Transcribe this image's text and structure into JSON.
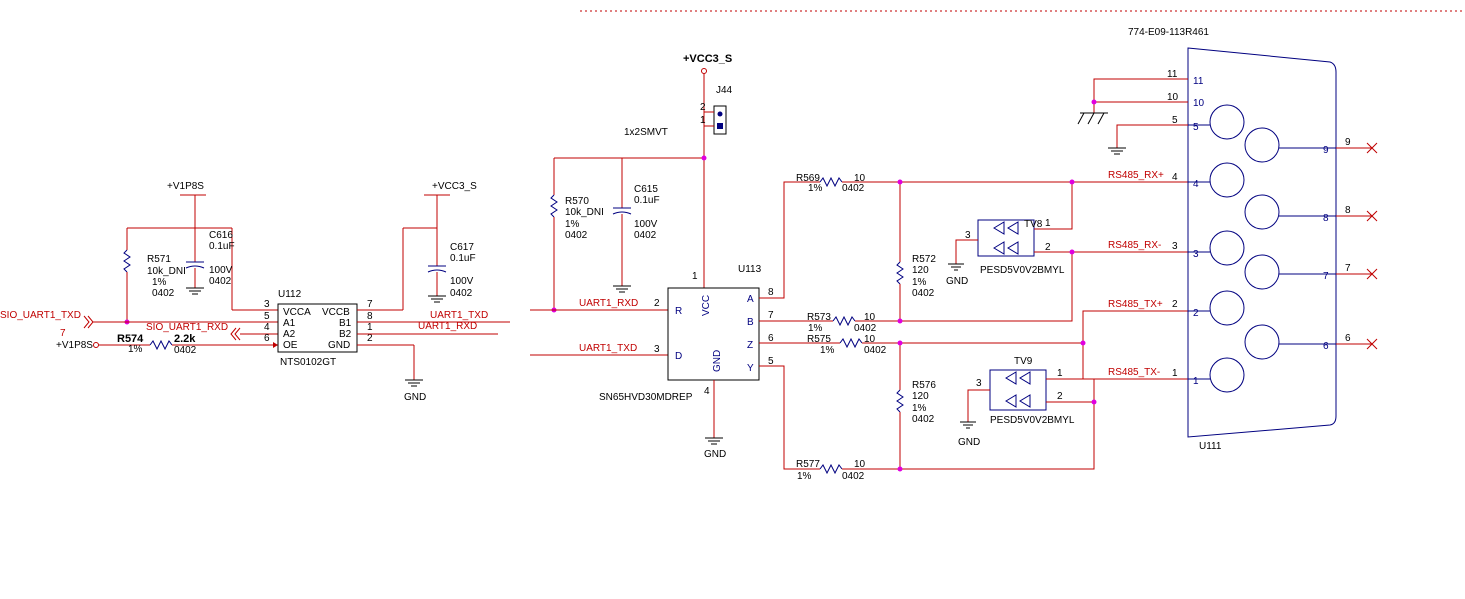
{
  "schematic": {
    "connector": {
      "label": "774-E09-113R461",
      "ref": "U111",
      "pins_left": [
        "11",
        "10",
        "5",
        "4",
        "3",
        "2",
        "1"
      ],
      "pins_right": [
        "9",
        "8",
        "7",
        "6"
      ]
    },
    "u112": {
      "ref": "U112",
      "part": "NTS0102GT",
      "pins": {
        "vcca": "VCCA",
        "a1": "A1",
        "a2": "A2",
        "oe": "OE",
        "vccb": "VCCB",
        "b1": "B1",
        "b2": "B2",
        "gnd": "GND"
      },
      "pin_numbers": [
        "3",
        "5",
        "4",
        "6",
        "7",
        "8",
        "1",
        "2"
      ]
    },
    "u113": {
      "ref": "U113",
      "part": "SN65HVD30MDREP",
      "pins": {
        "r": "R",
        "d": "D",
        "vcc": "VCC",
        "gnd": "GND",
        "a": "A",
        "b": "B",
        "z": "Z",
        "y": "Y"
      },
      "pin_numbers": [
        "2",
        "3",
        "1",
        "4",
        "8",
        "7",
        "6",
        "5"
      ]
    },
    "j44": {
      "ref": "J44",
      "part": "1x2SMVT",
      "pins": [
        "2",
        "1"
      ]
    },
    "power": {
      "vcc3_s": "+VCC3_S",
      "v1p8s": "+V1P8S",
      "gnd": "GND"
    },
    "nets": {
      "sio_txd": "SIO_UART1_TXD",
      "sio_rxd": "SIO_UART1_RXD",
      "uart_txd": "UART1_TXD",
      "uart_rxd": "UART1_RXD",
      "rx_p": "RS485_RX+",
      "rx_n": "RS485_RX-",
      "tx_p": "RS485_TX+",
      "tx_n": "RS485_TX-",
      "sio_page": "7"
    },
    "c616": {
      "ref": "C616",
      "value": "0.1uF",
      "volt": "100V",
      "pkg": "0402"
    },
    "c617": {
      "ref": "C617",
      "value": "0.1uF",
      "volt": "100V",
      "pkg": "0402"
    },
    "c615": {
      "ref": "C615",
      "value": "0.1uF",
      "volt": "100V",
      "pkg": "0402"
    },
    "r571": {
      "ref": "R571",
      "value": "10k_DNI",
      "tol": "1%",
      "pkg": "0402"
    },
    "r574": {
      "ref": "R574",
      "value": "2.2k",
      "tol": "1%",
      "pkg": "0402"
    },
    "r570": {
      "ref": "R570",
      "value": "10k_DNI",
      "tol": "1%",
      "pkg": "0402"
    },
    "r569": {
      "ref": "R569",
      "value": "10",
      "tol": "1%",
      "pkg": "0402"
    },
    "r573": {
      "ref": "R573",
      "value": "10",
      "tol": "1%",
      "pkg": "0402"
    },
    "r575": {
      "ref": "R575",
      "value": "10",
      "tol": "1%",
      "pkg": "0402"
    },
    "r577": {
      "ref": "R577",
      "value": "10",
      "tol": "1%",
      "pkg": "0402"
    },
    "r572": {
      "ref": "R572",
      "value": "120",
      "tol": "1%",
      "pkg": "0402"
    },
    "r576": {
      "ref": "R576",
      "value": "120",
      "tol": "1%",
      "pkg": "0402"
    },
    "tv8": {
      "ref": "TV8",
      "part": "PESD5V0V2BMYL",
      "pins": [
        "1",
        "2",
        "3"
      ]
    },
    "tv9": {
      "ref": "TV9",
      "part": "PESD5V0V2BMYL",
      "pins": [
        "1",
        "2",
        "3"
      ]
    }
  }
}
